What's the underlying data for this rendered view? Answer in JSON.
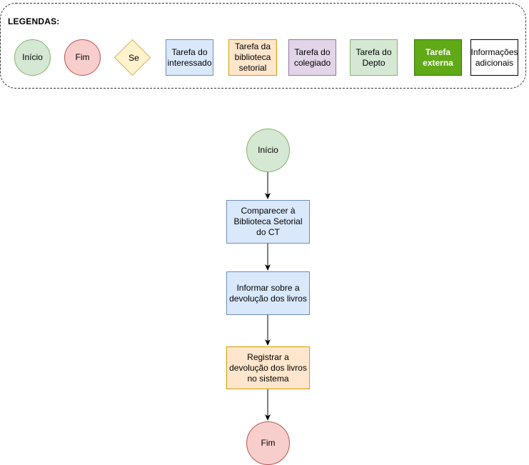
{
  "legend": {
    "title": "LEGENDAS:",
    "items": {
      "inicio": "Início",
      "fim": "Fim",
      "se": "Se",
      "interessado": "Tarefa do interessado",
      "biblioteca": "Tarefa da biblioteca setorial",
      "colegiado": "Tarefa do colegiado",
      "depto": "Tarefa do Depto",
      "externa": "Tarefa externa",
      "info": "Informações adicionais"
    }
  },
  "flow": {
    "start": "Início",
    "step1": "Comparecer à Biblioteca Setorial do CT",
    "step2": "Informar sobre a devolução dos livros",
    "step3": "Registrar a devolução dos livros no sistema",
    "end": "Fim"
  },
  "colors": {
    "green_fill": "#d5e8d4",
    "green_stroke": "#82b366",
    "red_fill": "#f8cecc",
    "red_stroke": "#b85450",
    "yellow_fill": "#fff2cc",
    "yellow_stroke": "#d6b656",
    "blue_fill": "#dae8fc",
    "blue_stroke": "#6c8ebf",
    "orange_fill": "#ffe6cc",
    "orange_stroke": "#d79b00",
    "purple_fill": "#e1d5e7",
    "purple_stroke": "#9673a6",
    "dark_green_fill": "#60a917",
    "dark_green_stroke": "#2d7600"
  }
}
